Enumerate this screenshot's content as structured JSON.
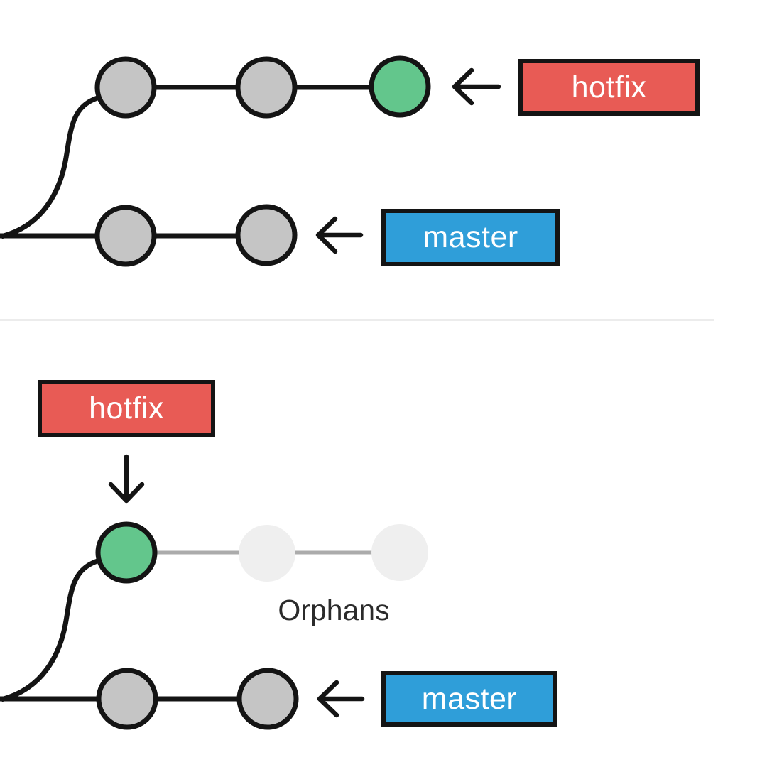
{
  "diagram": {
    "top_panel": {
      "hotfix_label": "hotfix",
      "master_label": "master",
      "hotfix_commit_count": 3,
      "master_commit_count": 2,
      "head_commit_color_note": "green head commit on hotfix branch"
    },
    "bottom_panel": {
      "hotfix_label": "hotfix",
      "master_label": "master",
      "orphans_label": "Orphans",
      "orphan_commit_count": 2,
      "master_commit_count": 2
    }
  },
  "colors": {
    "hotfix_red": "#e85b55",
    "master_blue": "#2f9ed9",
    "commit_green": "#63c68c",
    "commit_gray": "#c5c5c5",
    "stroke_black": "#141414",
    "orphan_fill": "#efefef",
    "orphan_stroke": "#a6a6a6",
    "orphan_line": "#ababab",
    "divider_gray": "#ececec",
    "caption_text": "#2b2b2b"
  }
}
